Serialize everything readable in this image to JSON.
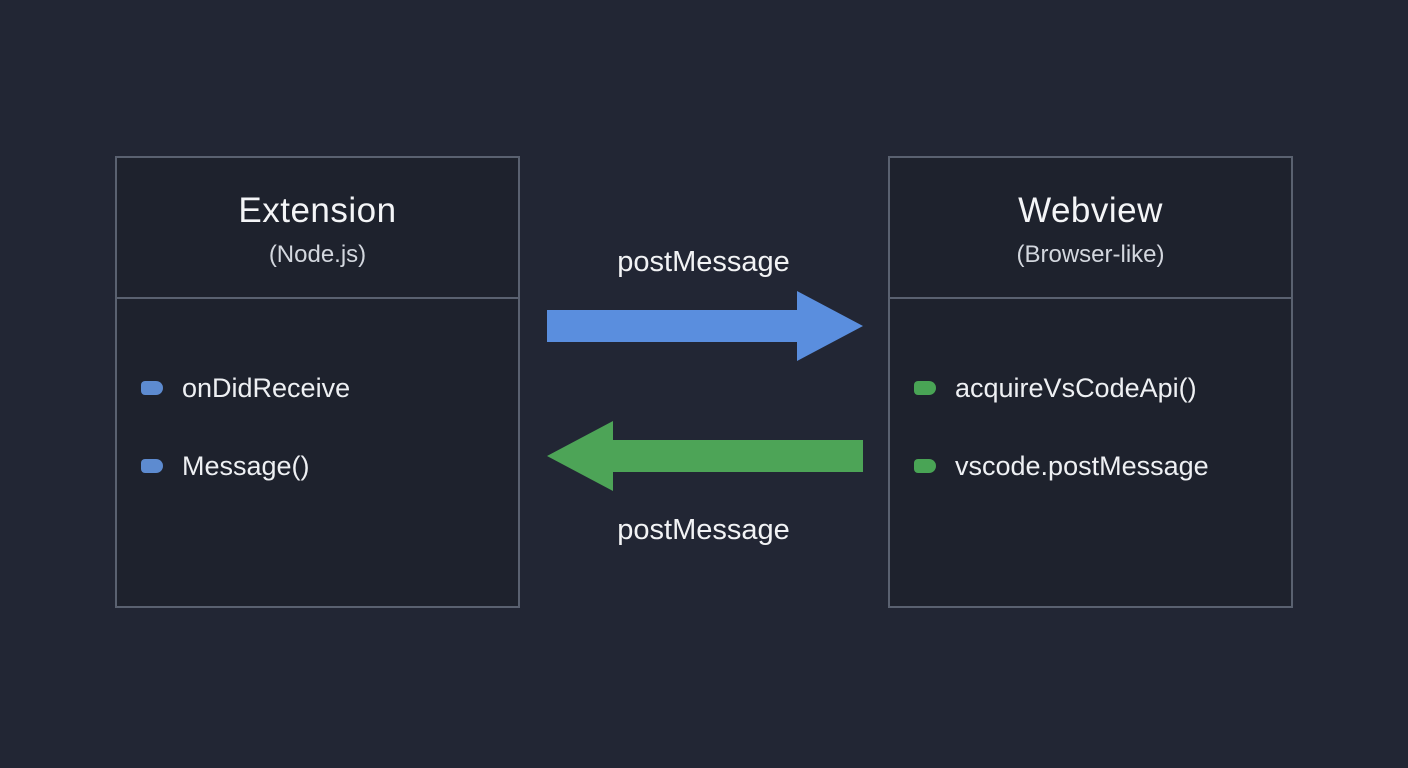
{
  "diagram": {
    "left_box": {
      "title": "Extension",
      "subtitle": "(Node.js)",
      "items": [
        {
          "label": "onDidReceive"
        },
        {
          "label": "Message()"
        }
      ],
      "bullet_color": "#5d8bd0"
    },
    "right_box": {
      "title": "Webview",
      "subtitle": "(Browser-like)",
      "items": [
        {
          "label": "acquireVsCodeApi()"
        },
        {
          "label": "vscode.postMessage"
        }
      ],
      "bullet_color": "#49a455"
    },
    "arrows": {
      "to_webview": {
        "label": "postMessage",
        "direction": "right",
        "color": "#5a8ede"
      },
      "to_extension": {
        "label": "postMessage",
        "direction": "left",
        "color": "#4da457"
      }
    },
    "colors": {
      "background": "#222634",
      "box_background": "#1e222d",
      "box_border": "#5a6170",
      "text": "#f2f3f5"
    }
  }
}
